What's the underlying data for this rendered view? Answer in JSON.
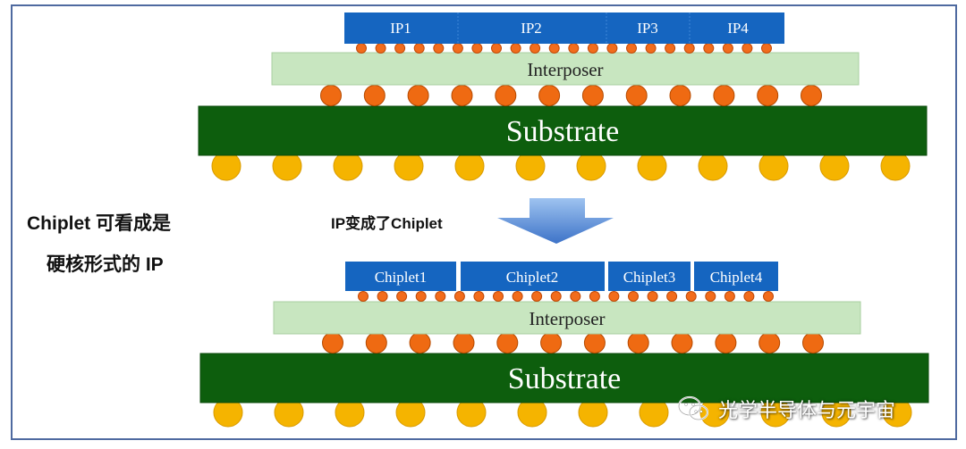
{
  "top_diagram": {
    "ip_blocks": [
      "IP1",
      "IP2",
      "IP3",
      "IP4"
    ],
    "interposer_label": "Interposer",
    "substrate_label": "Substrate"
  },
  "bottom_diagram": {
    "chiplet_blocks": [
      "Chiplet1",
      "Chiplet2",
      "Chiplet3",
      "Chiplet4"
    ],
    "interposer_label": "Interposer",
    "substrate_label": "Substrate"
  },
  "caption": {
    "line1": "Chiplet 可看成是",
    "line2": "硬核形式的 IP"
  },
  "arrow_label": "IP变成了Chiplet",
  "watermark": {
    "text": "光学半导体与元宇宙",
    "icon": "wechat-icon"
  },
  "colors": {
    "ip_block": "#1565c0",
    "interposer": "#c8e6c0",
    "substrate": "#0d5e0d",
    "micro_bump": "#f26c1c",
    "c4_bump": "#ef6a12",
    "solder_ball": "#f5b400",
    "arrow": "#5b8fd6",
    "frame": "#4f6aa0"
  }
}
